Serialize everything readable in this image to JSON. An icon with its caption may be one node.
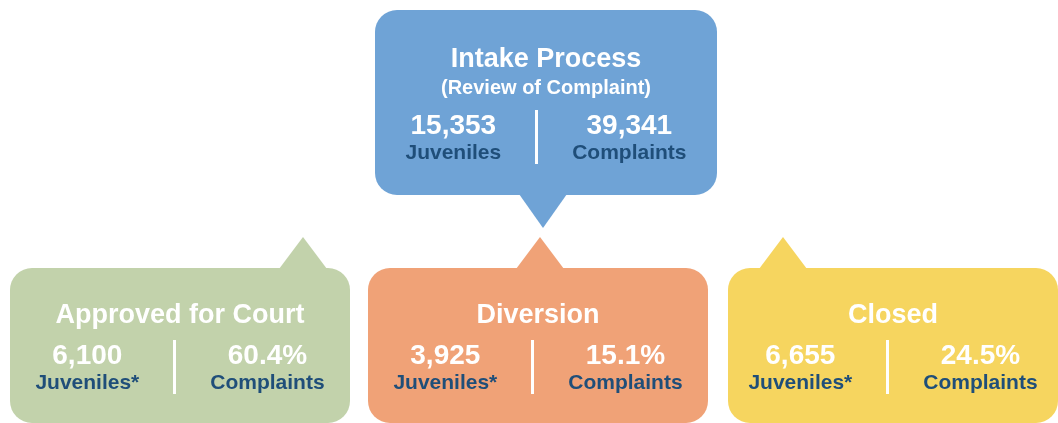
{
  "diagram": {
    "nodes": [
      {
        "text": [
          "Intake Process",
          "(Review of Complaint)",
          "15,353",
          "Juveniles",
          "39,341",
          "Complaints"
        ]
      },
      {
        "text": [
          "Approved for Court",
          "6,100",
          "Juveniles*",
          "60.4%",
          "Complaints"
        ]
      },
      {
        "text": [
          "Diversion",
          "3,925",
          "Juveniles*",
          "15.1%",
          "Complaints"
        ]
      },
      {
        "text": [
          "Closed",
          "6,655",
          "Juveniles*",
          "24.5%",
          "Complaints"
        ]
      }
    ],
    "edges": []
  }
}
